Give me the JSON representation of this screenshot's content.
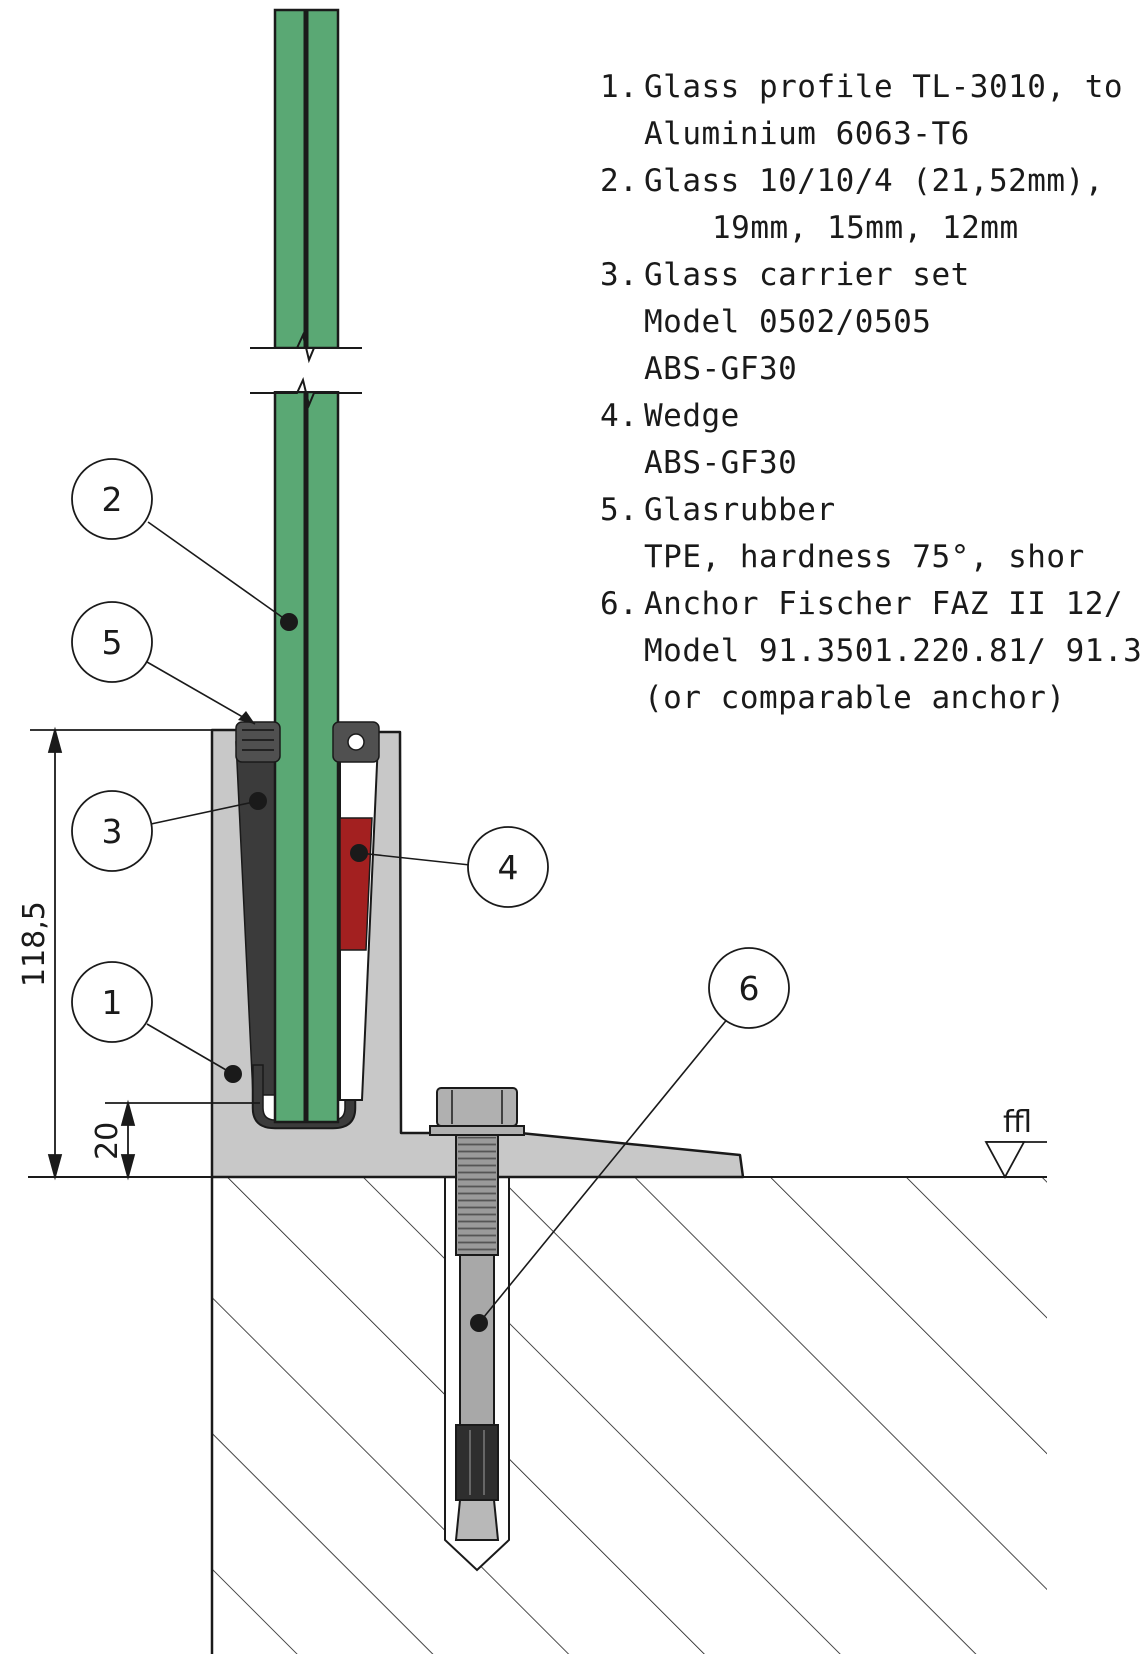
{
  "legend": {
    "item1": {
      "number": "1.",
      "line1": "Glass profile TL-3010, to",
      "line2": "Aluminium 6063-T6"
    },
    "item2": {
      "number": "2.",
      "line1": "Glass 10/10/4 (21,52mm),",
      "line2": "19mm, 15mm, 12mm"
    },
    "item3": {
      "number": "3.",
      "line1": "Glass carrier set",
      "line2": "Model 0502/0505",
      "line3": "ABS-GF30"
    },
    "item4": {
      "number": "4.",
      "line1": "Wedge",
      "line2": "ABS-GF30"
    },
    "item5": {
      "number": "5.",
      "line1": "Glasrubber",
      "line2": "TPE, hardness 75°, shor"
    },
    "item6": {
      "number": "6.",
      "line1": "Anchor Fischer FAZ II 12/",
      "line2": "Model 91.3501.220.81/ 91.3",
      "line3": "(or comparable anchor)"
    }
  },
  "balloons": [
    "1",
    "2",
    "3",
    "4",
    "5",
    "6"
  ],
  "dimensions": {
    "total_height": "118,5",
    "base_height": "20"
  },
  "level_marker": "ffl",
  "colors": {
    "glass": "#5aa874",
    "profile": "#c8c8c8",
    "carrier": "#3b3b3b",
    "wedge": "#a32020",
    "rubber": "#505050",
    "anchor": "#9a9a9a",
    "line": "#1a1a1a"
  }
}
